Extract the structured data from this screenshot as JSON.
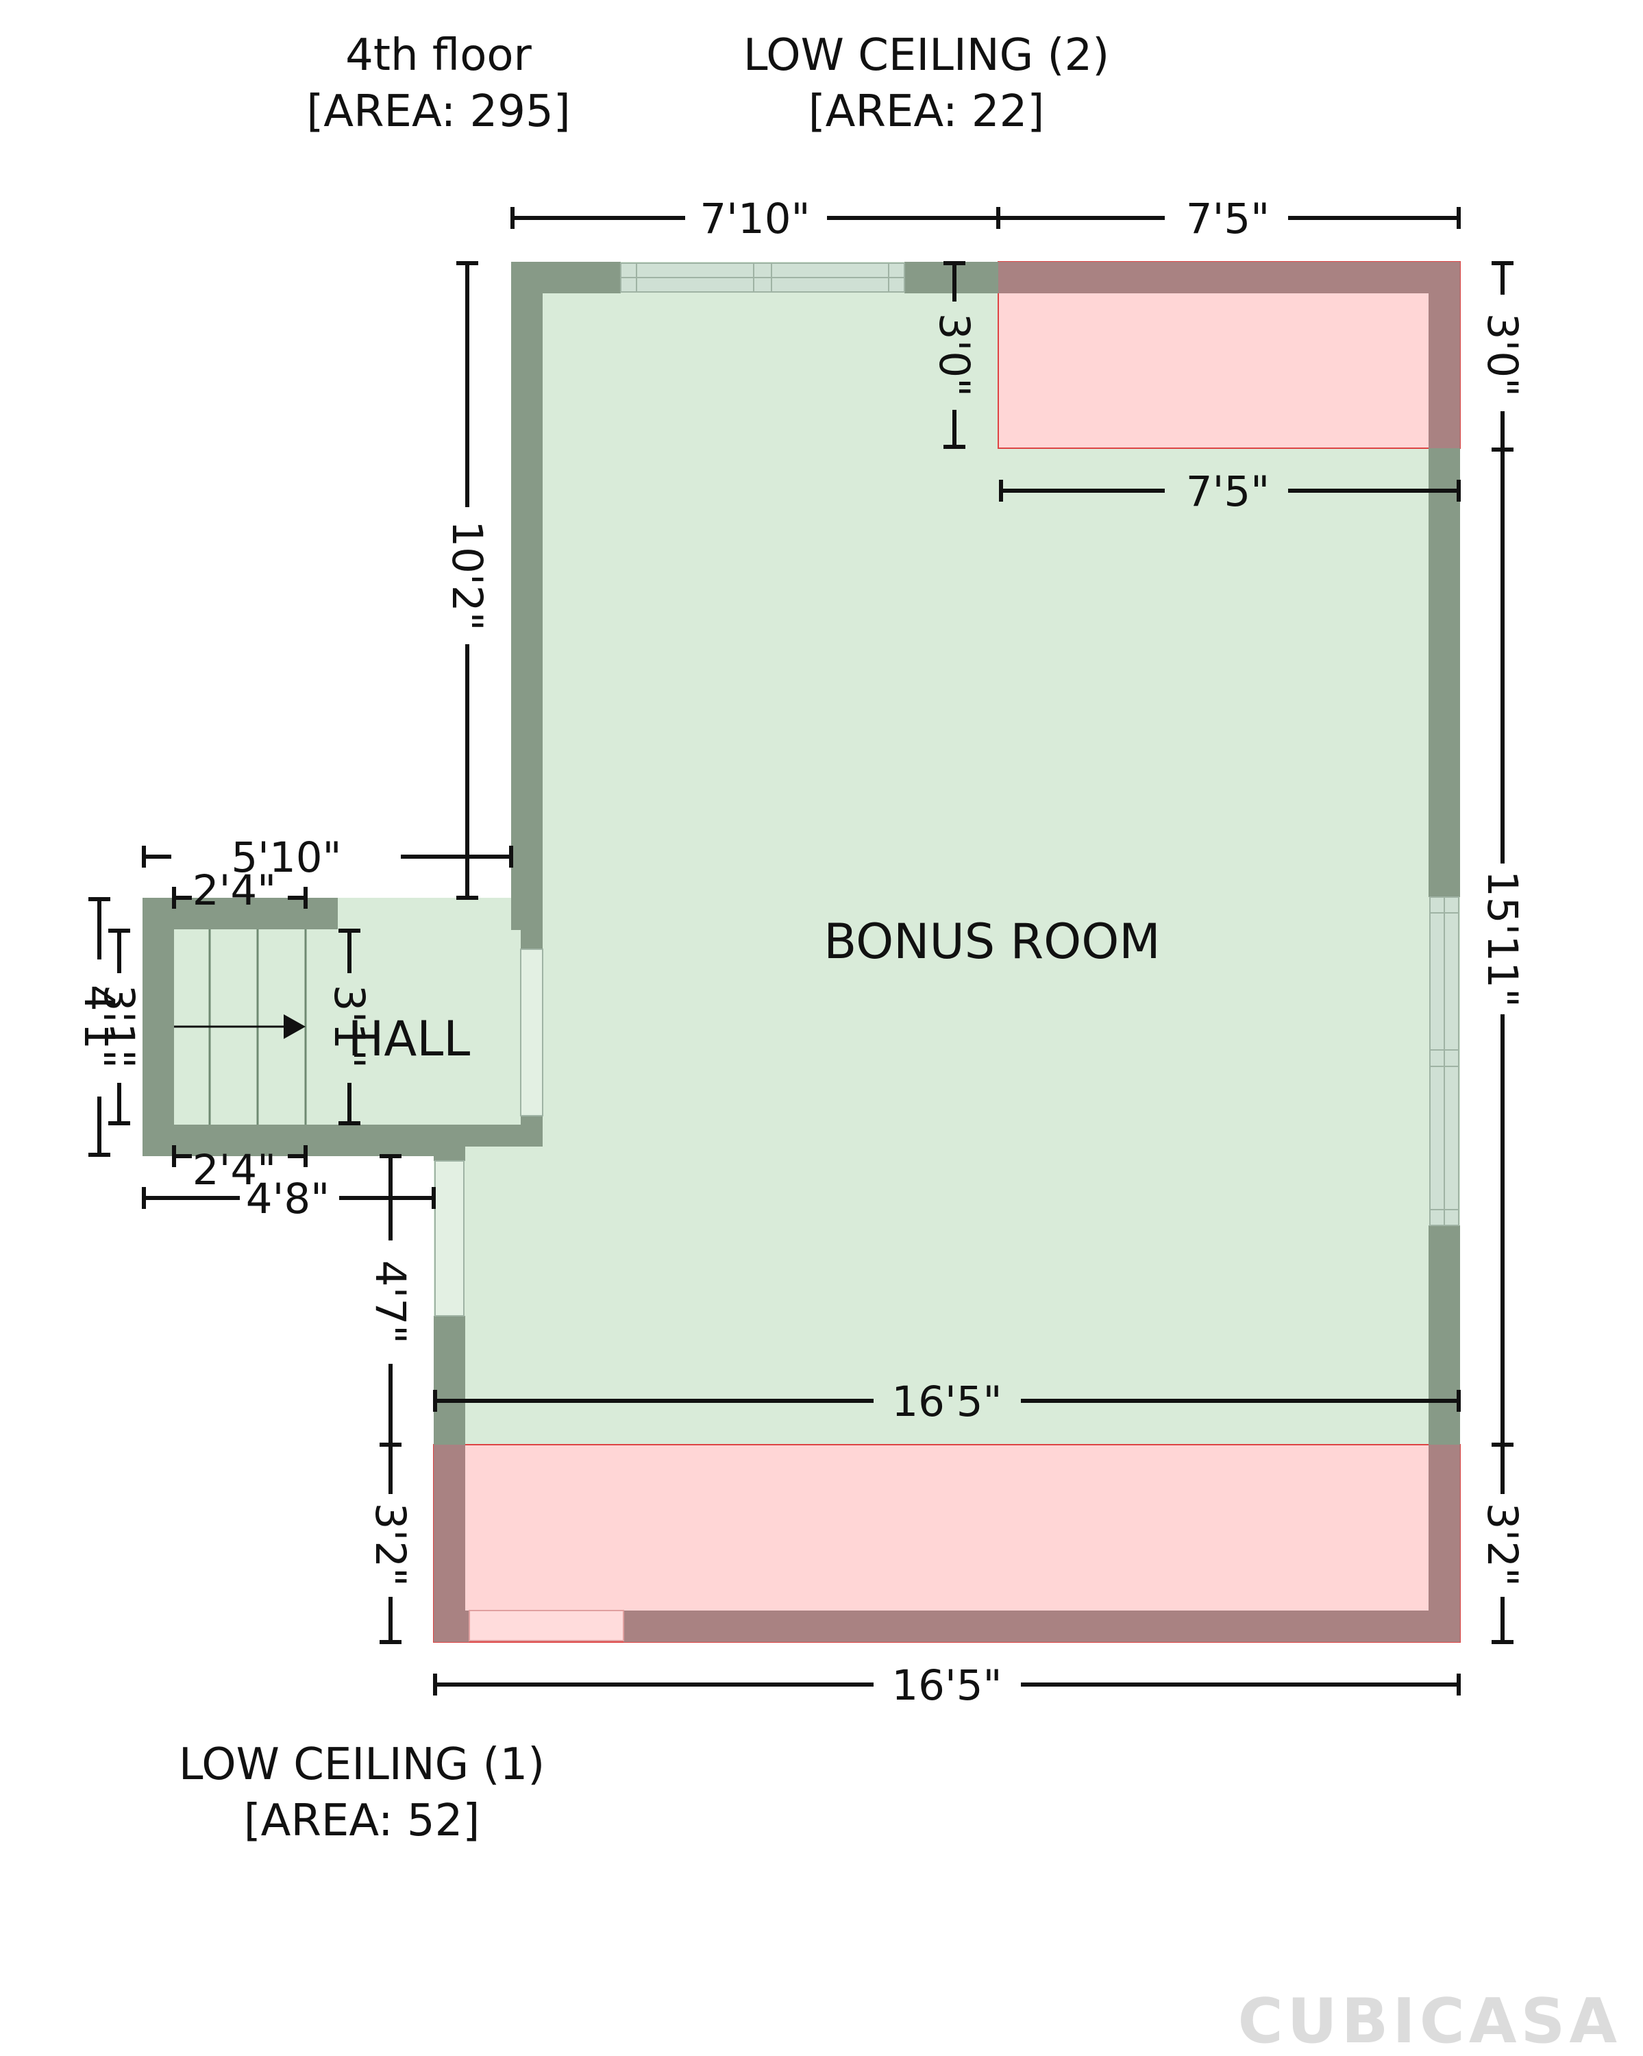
{
  "labels": {
    "floor_name": "4th floor",
    "floor_area": "[AREA: 295]",
    "lc2_name": "LOW CEILING (2)",
    "lc2_area": "[AREA: 22]",
    "lc1_name": "LOW CEILING (1)",
    "lc1_area": "[AREA: 52]",
    "bonus_room": "BONUS ROOM",
    "hall": "HALL",
    "brand": "CUBICASA"
  },
  "dimensions": {
    "top_left": "7'10\"",
    "top_right": "7'5\"",
    "lc2_depth_inner": "3'0\"",
    "lc2_depth_outer": "3'0\"",
    "lc2_width_inner": "7'5\"",
    "left_upper": "10'2\"",
    "right_main": "15'11\"",
    "hall_width": "5'10\"",
    "stair_top": "2'4\"",
    "stair_bottom": "2'4\"",
    "hall_outer_height": "4'1\"",
    "stair_height": "3'1\"",
    "hall_inner_height": "3'1\"",
    "hall_bottom_width": "4'8\"",
    "left_lower": "4'7\"",
    "room_width": "16'5\"",
    "lc1_depth_left": "3'2\"",
    "lc1_depth_right": "3'2\"",
    "bottom_width": "16'5\""
  },
  "colors": {
    "room_fill": "#d9ebd9",
    "wall": "#879a87",
    "low_ceiling_fill": "#ffd6d6",
    "low_ceiling_wall": "#a98282",
    "window": "#cfe0d4",
    "dim_line": "#111111",
    "brand": "#dcdcdc"
  }
}
